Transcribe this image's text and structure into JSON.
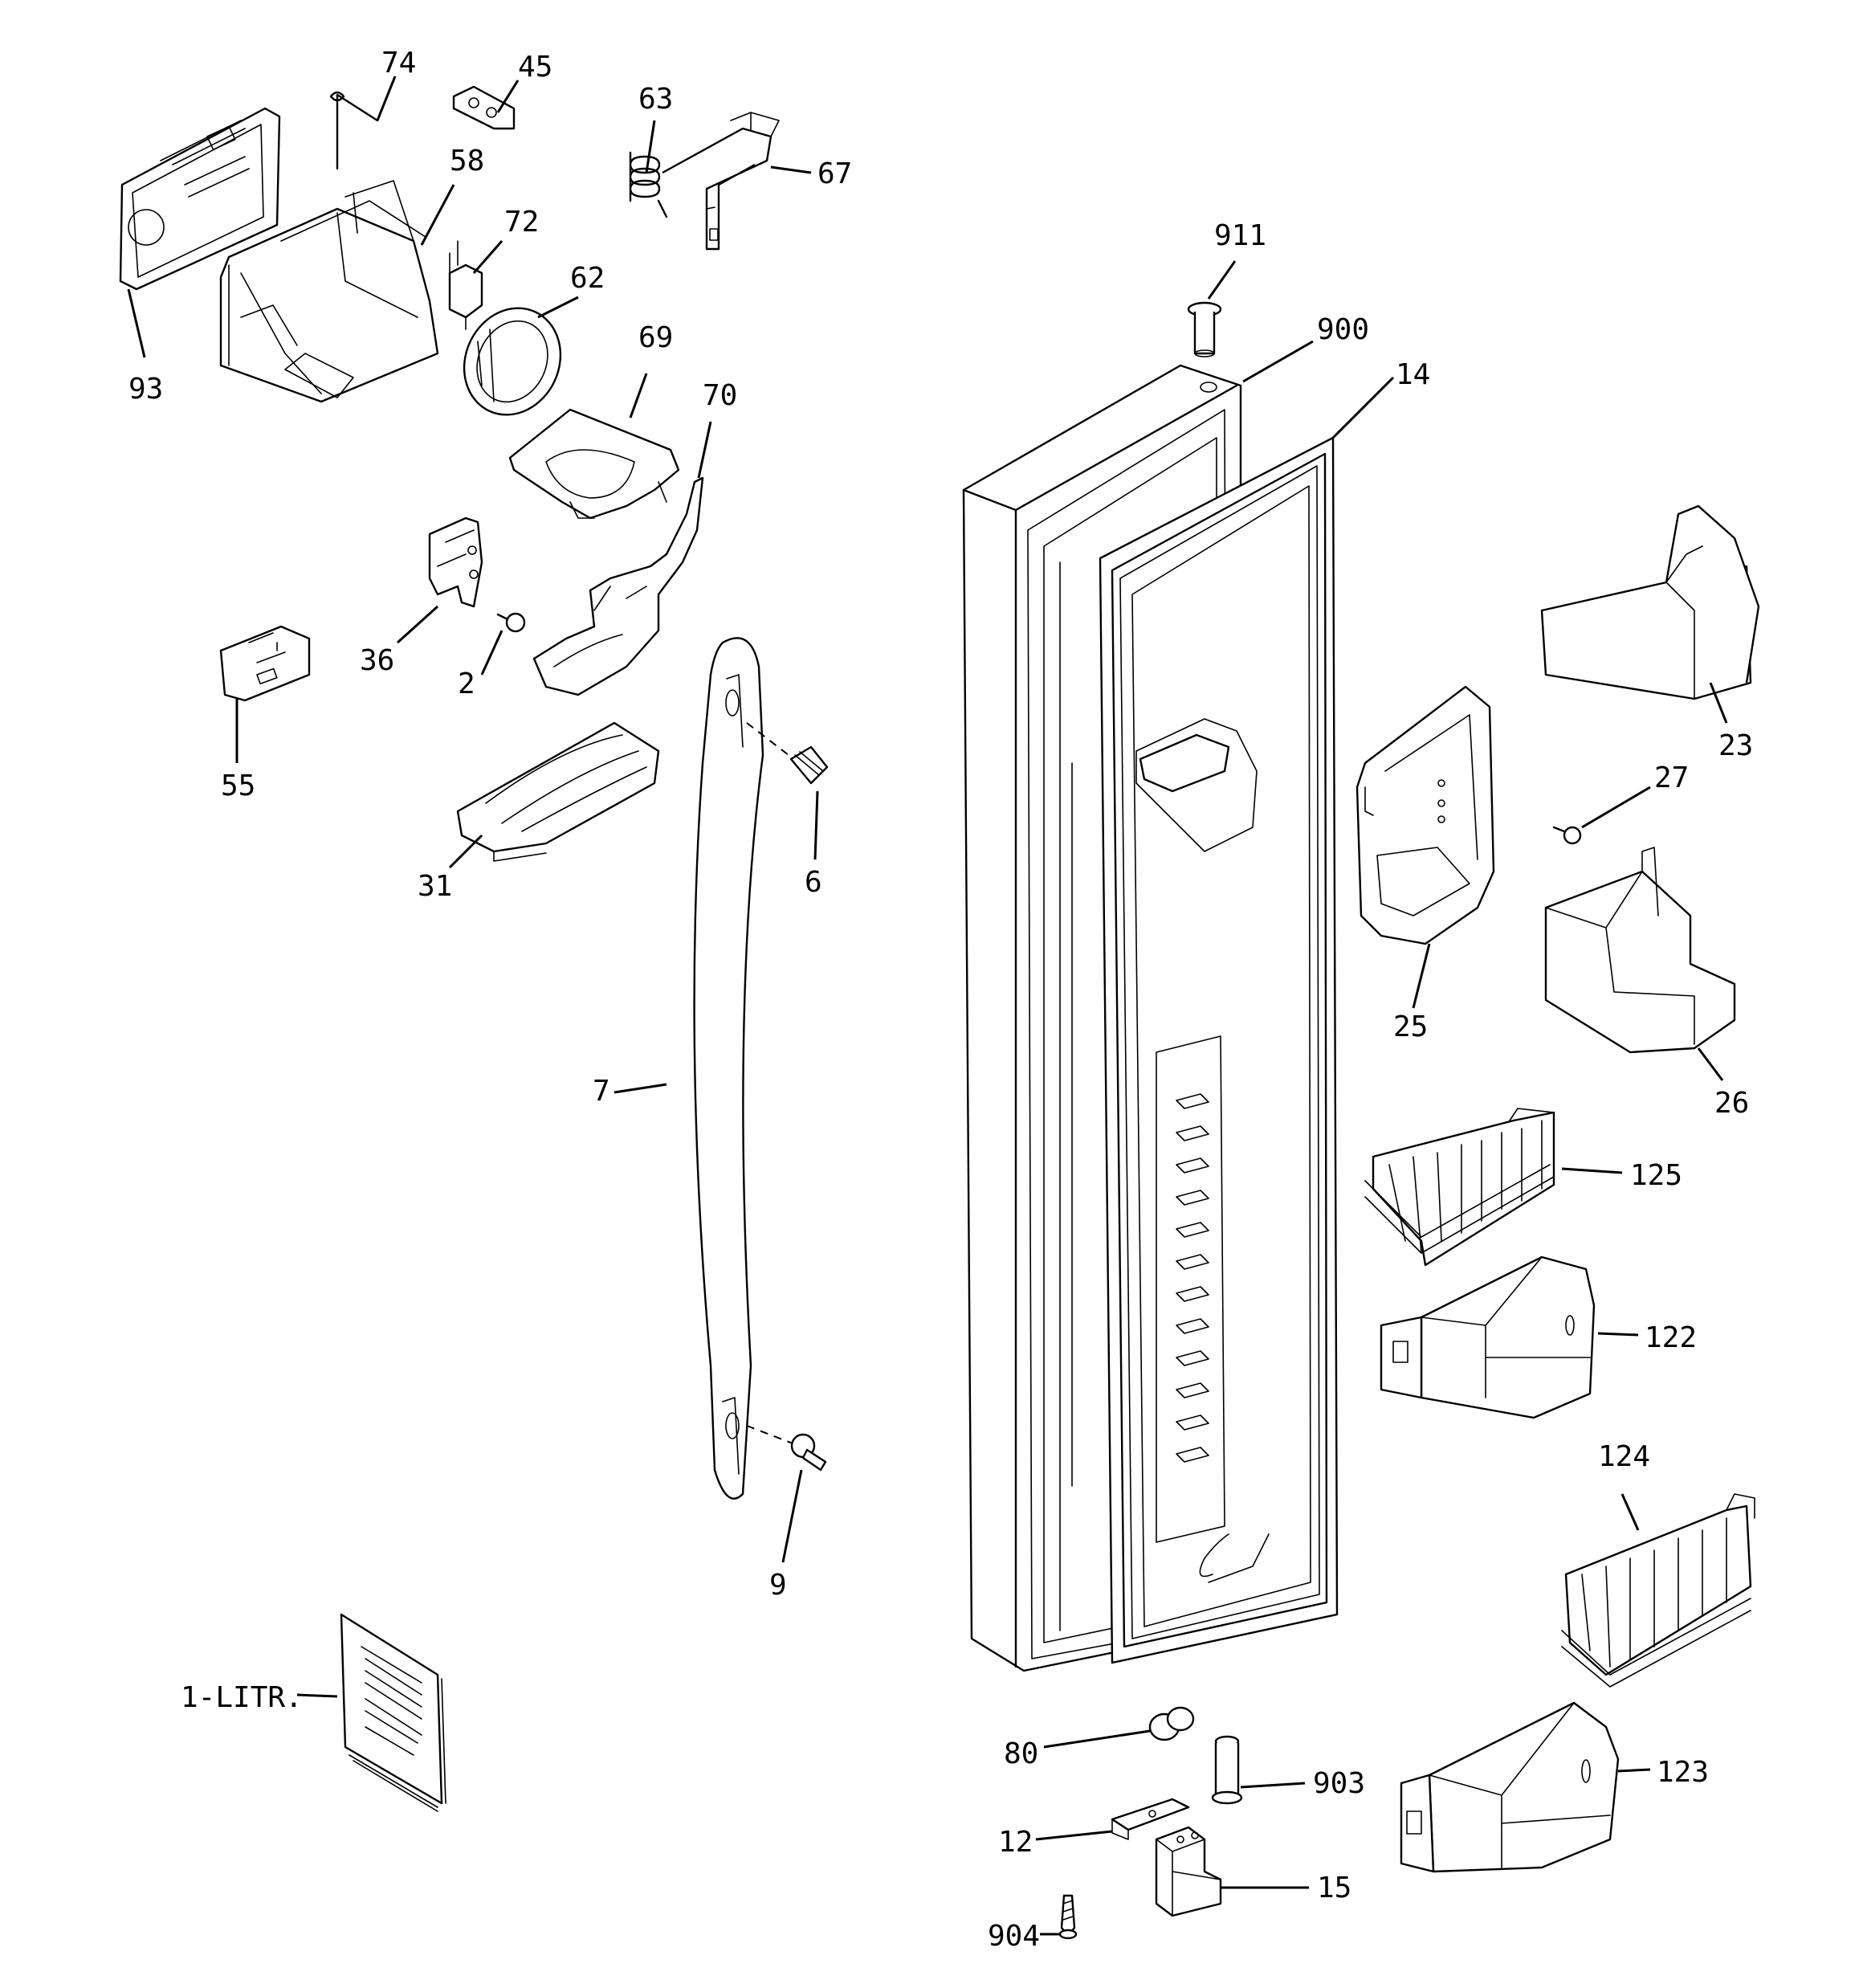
{
  "labels": {
    "p74": "74",
    "p45": "45",
    "p63": "63",
    "p67": "67",
    "p58": "58",
    "p72": "72",
    "p62": "62",
    "p93": "93",
    "p69": "69",
    "p70": "70",
    "p36": "36",
    "p2": "2",
    "p55": "55",
    "p31": "31",
    "p6": "6",
    "p7": "7",
    "p9": "9",
    "p1litr": "1-LITR.",
    "p911": "911",
    "p900": "900",
    "p14": "14",
    "p23": "23",
    "p27": "27",
    "p25": "25",
    "p26": "26",
    "p125": "125",
    "p122": "122",
    "p124": "124",
    "p123": "123",
    "p80": "80",
    "p903": "903",
    "p12": "12",
    "p15": "15",
    "p904": "904"
  },
  "colors": {
    "line": "#000000",
    "background": "#ffffff"
  }
}
